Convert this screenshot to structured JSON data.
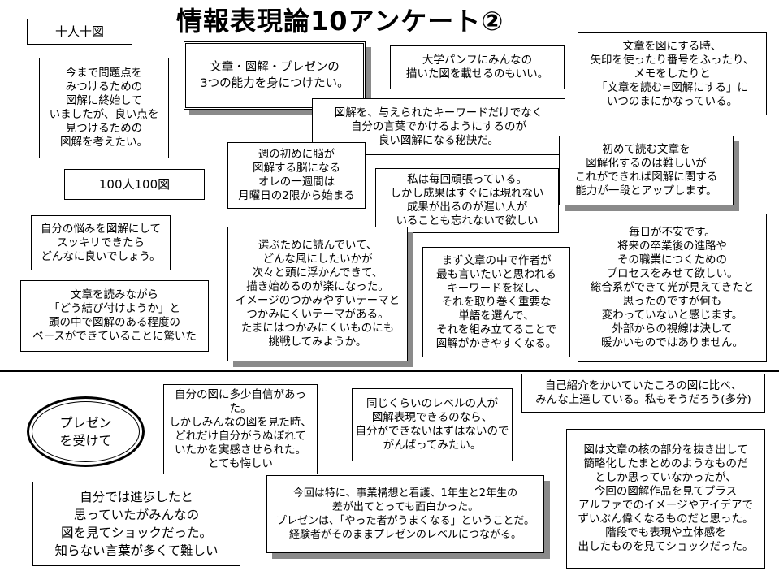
{
  "title": "情報表現論10アンケート②",
  "labels": {
    "jyunin_jyuzu": "十人十図",
    "hyakunin_hyakuzu": "100人100図",
    "presen": "プレゼン\nを受けて"
  },
  "comments": {
    "c1": "今まで問題点を\nみつけるための\n図解に終始して\nいましたが、良い点を\n見つけるための\n図解を考えたい。",
    "c2": "文章・図解・プレゼンの\n3つの能力を身につけたい。",
    "c3": "大学パンフにみんなの\n描いた図を載せるのもいい。",
    "c4": "文章を図にする時、\n矢印を使ったり番号をふったり、\nメモをしたりと\n「文章を読む=図解にする」に\nいつのまにかなっている。",
    "c5": "図解を、与えられたキーワードだけでなく\n自分の言葉でかけるようにするのが\n良い図解になる秘訣だ。",
    "c6": "週の初めに脳が\n図解する脳になる\nオレの一週間は\n月曜日の2限から始まる",
    "c7": "初めて読む文章を\n図解化するのは難しいが\nこれができれば図解に関する\n能力が一段とアップします。",
    "c8": "私は毎回頑張っている。\nしかし成果はすぐには現れない\n成果が出るのが遅い人が\nいることも忘れないで欲しい",
    "c9": "自分の悩みを図解にして\nスッキリできたら\nどんなに良いでしょう。",
    "c10": "選ぶために読んでいて、\nどんな風にしたいかが\n次々と頭に浮かんできて、\n描き始めるのが楽になった。\nイメージのつかみやすいテーマと\nつかみにくいテーマがある。\nたまにはつかみにくいものにも\n挑戦してみようか。",
    "c11": "まず文章の中で作者が\n最も言いたいと思われる\nキーワードを探し、\nそれを取り巻く重要な\n単語を選んで、\nそれを組み立てることで\n図解がかきやすくなる。",
    "c12": "毎日が不安です。\n将来の卒業後の進路や\nその職業につくための\nプロセスをみせて欲しい。\n総合系ができて光が見えてきたと\n思ったのですが何も\n変わっていないと感じます。\n外部からの視線は決して\n暖かいものではありません。",
    "c13": "文章を読みながら\n「どう結び付けようか」と\n頭の中で図解のある程度の\nベースができていることに驚いた",
    "c14": "自分の図に多少自信があった。\nしかしみんなの図を見た時、\nどれだけ自分がうぬぼれて\nいたかを実感させられた。\nとても悔しい",
    "c15": "同じくらいのレベルの人が\n図解表現できるのなら、\n自分ができないはずはないので\nがんばってみたい。",
    "c16": "自己紹介をかいていたころの図に比べ、\nみんな上達している。私もそうだろう(多分)",
    "c17": "図は文章の核の部分を抜き出して\n簡略化したまとめのようなものだ\nとしか思っていなかったが、\n今回の図解作品を見てプラス\nアルファでのイメージやアイデアで\nずいぶん偉くなるものだと思った。\n階段でも表現や立体感を\n出したものを見てショックだった。",
    "c18": "自分では進歩したと\n思っていたがみんなの\n図を見てショックだった。\n知らない言葉が多くて難しい",
    "c19": "今回は特に、事業構想と看護、1年生と2年生の\n差が出てとっても面白かった。\nプレゼンは、「やった者がうまくなる」ということだ。\n経験者がそのままプレゼンのレベルにつながる。"
  }
}
